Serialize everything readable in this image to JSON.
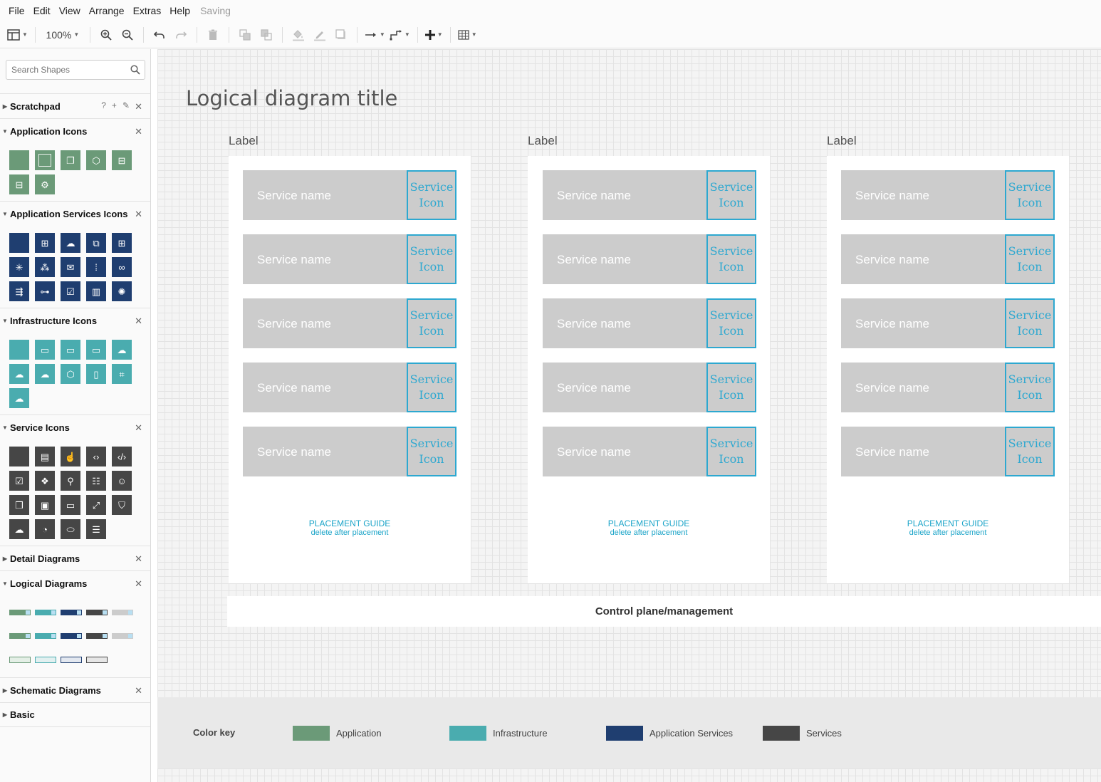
{
  "menu": {
    "items": [
      "File",
      "Edit",
      "View",
      "Arrange",
      "Extras",
      "Help"
    ],
    "status": "Saving"
  },
  "toolbar": {
    "zoom": "100%"
  },
  "sidebar": {
    "search_placeholder": "Search Shapes",
    "sections": {
      "scratchpad": "Scratchpad",
      "app_icons": "Application Icons",
      "app_services_icons": "Application Services Icons",
      "infra_icons": "Infrastructure Icons",
      "service_icons": "Service Icons",
      "detail_diagrams": "Detail Diagrams",
      "logical_diagrams": "Logical Diagrams",
      "schematic_diagrams": "Schematic Diagrams",
      "basic": "Basic"
    },
    "scratchpad_help": "?"
  },
  "colors": {
    "application": "#6b9a78",
    "infrastructure": "#4aacaf",
    "app_services": "#1f3e70",
    "services": "#464646",
    "accent": "#2da8d0"
  },
  "diagram": {
    "title": "Logical diagram title",
    "columns": [
      {
        "label": "Label",
        "services": [
          {
            "name": "Service name",
            "icon_line1": "Service",
            "icon_line2": "Icon"
          },
          {
            "name": "Service name",
            "icon_line1": "Service",
            "icon_line2": "Icon"
          },
          {
            "name": "Service name",
            "icon_line1": "Service",
            "icon_line2": "Icon"
          },
          {
            "name": "Service name",
            "icon_line1": "Service",
            "icon_line2": "Icon"
          },
          {
            "name": "Service name",
            "icon_line1": "Service",
            "icon_line2": "Icon"
          }
        ],
        "guide_title": "PLACEMENT GUIDE",
        "guide_sub": "delete after placement"
      },
      {
        "label": "Label",
        "services": [
          {
            "name": "Service name",
            "icon_line1": "Service",
            "icon_line2": "Icon"
          },
          {
            "name": "Service name",
            "icon_line1": "Service",
            "icon_line2": "Icon"
          },
          {
            "name": "Service name",
            "icon_line1": "Service",
            "icon_line2": "Icon"
          },
          {
            "name": "Service name",
            "icon_line1": "Service",
            "icon_line2": "Icon"
          },
          {
            "name": "Service name",
            "icon_line1": "Service",
            "icon_line2": "Icon"
          }
        ],
        "guide_title": "PLACEMENT GUIDE",
        "guide_sub": "delete after placement"
      },
      {
        "label": "Label",
        "services": [
          {
            "name": "Service name",
            "icon_line1": "Service",
            "icon_line2": "Icon"
          },
          {
            "name": "Service name",
            "icon_line1": "Service",
            "icon_line2": "Icon"
          },
          {
            "name": "Service name",
            "icon_line1": "Service",
            "icon_line2": "Icon"
          },
          {
            "name": "Service name",
            "icon_line1": "Service",
            "icon_line2": "Icon"
          },
          {
            "name": "Service name",
            "icon_line1": "Service",
            "icon_line2": "Icon"
          }
        ],
        "guide_title": "PLACEMENT GUIDE",
        "guide_sub": "delete after placement"
      }
    ],
    "control_plane": "Control plane/management",
    "legend": {
      "title": "Color key",
      "items": [
        {
          "label": "Application"
        },
        {
          "label": "Infrastructure"
        },
        {
          "label": "Application Services"
        },
        {
          "label": "Services"
        }
      ]
    }
  }
}
